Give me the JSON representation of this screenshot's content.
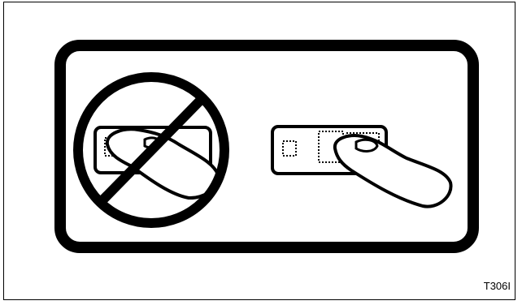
{
  "figure": {
    "code": "T306I"
  },
  "illustrations": {
    "left": {
      "description_icon": "prohibited-finger-press-icon",
      "meaning": "incorrect"
    },
    "right": {
      "description_icon": "correct-finger-press-icon",
      "meaning": "correct"
    }
  },
  "colors": {
    "ink": "#000000",
    "paper": "#ffffff"
  }
}
